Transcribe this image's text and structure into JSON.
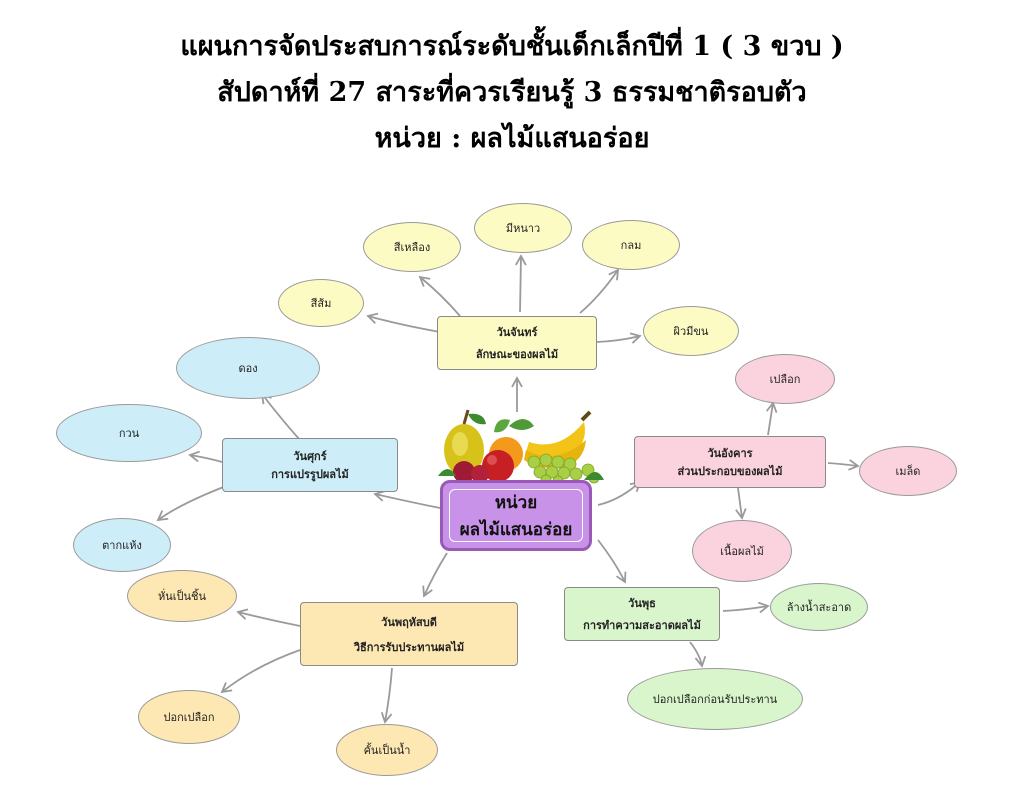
{
  "title": {
    "line1": "แผนการจัดประสบการณ์ระดับชั้นเด็กเล็กปีที่ 1 ( 3 ขวบ )",
    "line2": "สัปดาห์ที่ 27  สาระที่ควรเรียนรู้ 3 ธรรมชาติรอบตัว",
    "line3": "หน่วย :  ผลไม้แสนอร่อย"
  },
  "center": {
    "line1": "หน่วย",
    "line2": "ผลไม้แสนอร่อย"
  },
  "branches": {
    "monday": {
      "day": "วันจันทร์",
      "topic": "ลักษณะของผลไม้",
      "leaves": [
        "สีส้ม",
        "สีเหลือง",
        "มีหนาว",
        "กลม",
        "ผิวมีขน"
      ]
    },
    "tuesday": {
      "day": "วันอังคาร",
      "topic": "ส่วนประกอบของผลไม้",
      "leaves": [
        "เปลือก",
        "เมล็ด",
        "เนื้อผลไม้"
      ]
    },
    "wednesday": {
      "day": "วันพุธ",
      "topic": "การทำความสะอาดผลไม้",
      "leaves": [
        "ล้างน้ำสะอาด",
        "ปอกเปลือกก่อนรับประทาน"
      ]
    },
    "thursday": {
      "day": "วันพฤหัสบดี",
      "topic": "วิธีการรับประทานผลไม้",
      "leaves": [
        "หั่นเป็นชิ้น",
        "ปอกเปลือก",
        "คั้นเป็นน้ำ"
      ]
    },
    "friday": {
      "day": "วันศุกร์",
      "topic": "การแปรรูปผลไม้",
      "leaves": [
        "ดอง",
        "กวน",
        "ตากแห้ง"
      ]
    }
  },
  "colors": {
    "monday": "#fdfbc4",
    "tuesday": "#fbd3df",
    "wednesday": "#d9f5cc",
    "thursday": "#fde7b3",
    "friday": "#cdeef8",
    "center": "#c792e8",
    "arrow": "#9a9a9a"
  }
}
